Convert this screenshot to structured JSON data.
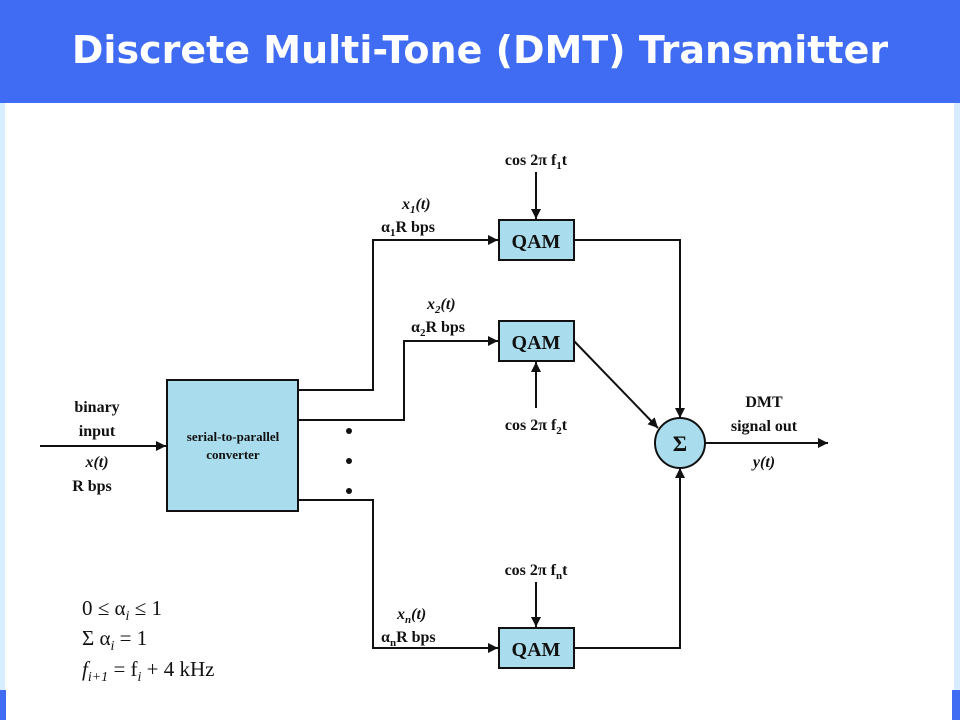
{
  "header": {
    "title": "Discrete Multi-Tone (DMT) Transmitter"
  },
  "colors": {
    "header": "#3f6cf2",
    "block_fill": "#a9dcec",
    "side_bar": "#d8ecff"
  },
  "input": {
    "line1": "binary",
    "line2": "input",
    "signal": "x(t)",
    "rate": "R bps"
  },
  "converter": {
    "line1": "serial-to-parallel",
    "line2": "converter"
  },
  "channels": [
    {
      "signal": "x",
      "sub": "1",
      "sig_tail": "(t)",
      "alpha": "α",
      "alpha_tail": "R bps",
      "block": "QAM",
      "carrier": "cos 2π f",
      "carrier_tail": "t"
    },
    {
      "signal": "x",
      "sub": "2",
      "sig_tail": "(t)",
      "alpha": "α",
      "alpha_tail": "R bps",
      "block": "QAM",
      "carrier": "cos 2π f",
      "carrier_tail": "t"
    },
    {
      "signal": "x",
      "sub": "n",
      "sig_tail": "(t)",
      "alpha": "α",
      "alpha_tail": "R bps",
      "block": "QAM",
      "carrier": "cos 2π f",
      "carrier_tail": "t"
    }
  ],
  "summer": {
    "symbol": "Σ"
  },
  "output": {
    "line1": "DMT",
    "line2": "signal out",
    "signal": "y(t)"
  },
  "dots": "• • •",
  "equations": {
    "eq1": {
      "a": "0 ≤ α",
      "sub": "i",
      "b": " ≤ 1"
    },
    "eq2": {
      "a": "Σ α",
      "sub": "i",
      "b": " = 1"
    },
    "eq3": {
      "a": "f",
      "sub1": "i+1",
      "mid": " = f",
      "sub2": "i",
      "b": " + 4 kHz"
    }
  }
}
